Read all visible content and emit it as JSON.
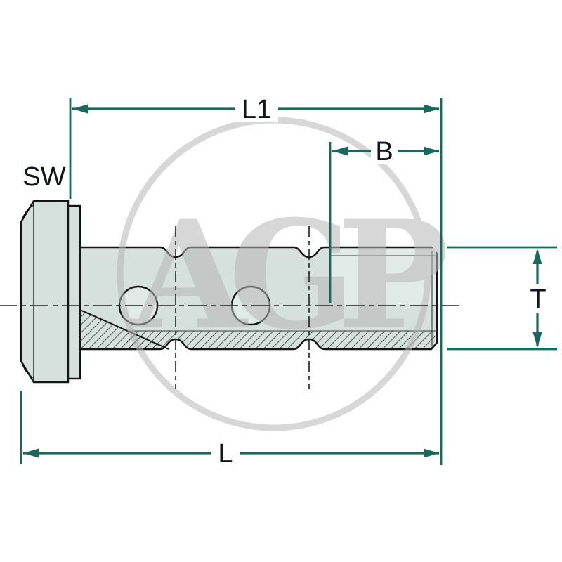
{
  "drawing": {
    "watermark_text": "AGP",
    "labels": {
      "length_shank": "L1",
      "thread_length": "B",
      "wrench_size": "SW",
      "thread_diameter": "T",
      "length_overall": "L"
    },
    "colors": {
      "dimension": "#17695B",
      "label_text": "#10141F",
      "body_fill": "#D6E1DD",
      "body_fill_light": "#E2EBE7",
      "hole_fill": "#E0EAE6",
      "outline": "#141414",
      "centerline": "#202020",
      "hatch": "#181818",
      "watermark": "#B7B7B7"
    }
  }
}
